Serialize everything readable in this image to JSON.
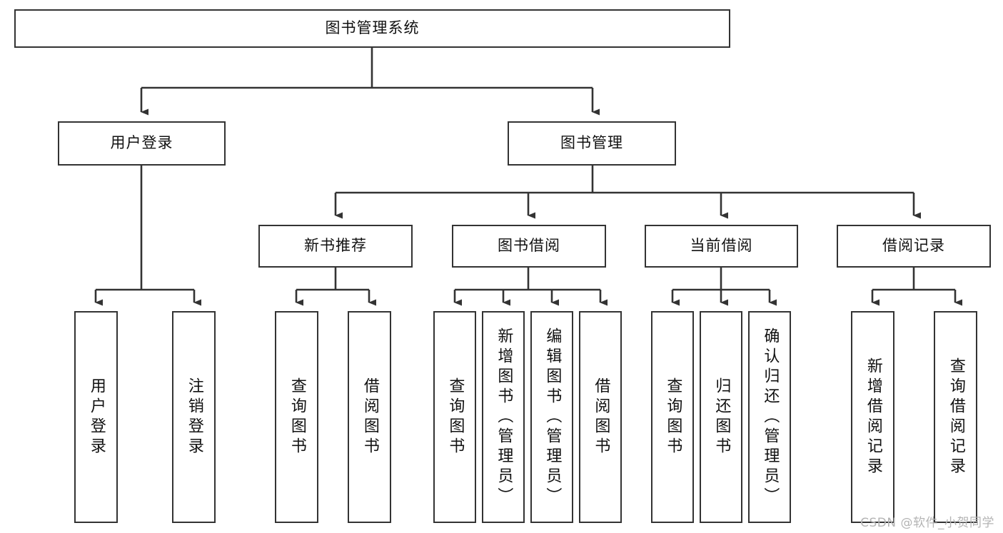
{
  "diagram": {
    "type": "tree-hierarchy",
    "title": "图书管理系统",
    "watermark": "CSDN @软件_小贺同学",
    "colors": {
      "box_border": "#333333",
      "box_fill": "#ffffff",
      "connector": "#333333",
      "watermark": "#b4b4b4",
      "background": "#ffffff"
    },
    "root": {
      "label": "图书管理系统"
    },
    "level2": [
      {
        "label": "用户登录"
      },
      {
        "label": "图书管理"
      }
    ],
    "level3": [
      {
        "label": "新书推荐"
      },
      {
        "label": "图书借阅"
      },
      {
        "label": "当前借阅"
      },
      {
        "label": "借阅记录"
      }
    ],
    "leaves": {
      "user_login": [
        {
          "label": "用户登录"
        },
        {
          "label": "注销登录"
        }
      ],
      "new_book_recommend": [
        {
          "label": "查询图书"
        },
        {
          "label": "借阅图书"
        }
      ],
      "book_borrow": [
        {
          "label": "查询图书"
        },
        {
          "label": "新增图书（管理员）"
        },
        {
          "label": "编辑图书（管理员）"
        },
        {
          "label": "借阅图书"
        }
      ],
      "current_borrow": [
        {
          "label": "查询图书"
        },
        {
          "label": "归还图书"
        },
        {
          "label": "确认归还（管理员）"
        }
      ],
      "borrow_record": [
        {
          "label": "新增借阅记录"
        },
        {
          "label": "查询借阅记录"
        }
      ]
    }
  }
}
